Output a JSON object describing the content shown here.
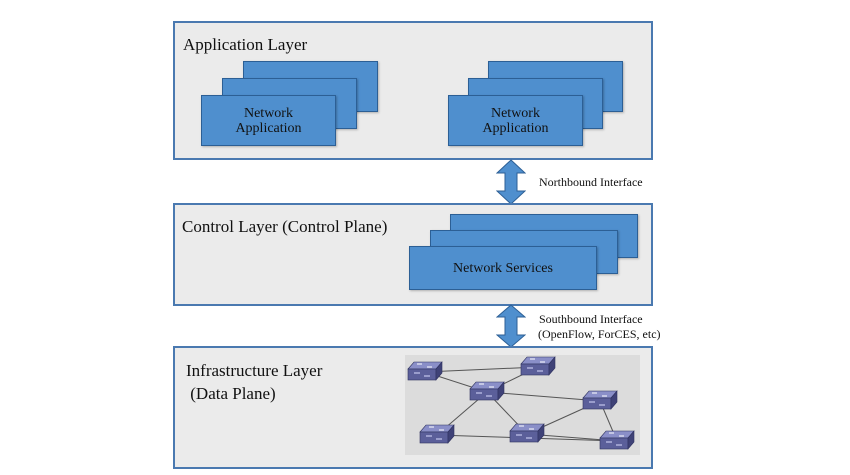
{
  "application_layer": {
    "title": "Application Layer",
    "apps": [
      {
        "label": "Network\nApplication"
      },
      {
        "label": "Network\nApplication"
      }
    ]
  },
  "northbound": {
    "label": "Northbound Interface"
  },
  "control_layer": {
    "title": "Control Layer (Control Plane)",
    "services_label": "Network Services"
  },
  "southbound": {
    "label_line1": "Southbound Interface",
    "label_line2": " (OpenFlow, ForCES, etc)"
  },
  "infrastructure_layer": {
    "title_line1": "Infrastructure Layer",
    "title_line2": " (Data Plane)"
  },
  "colors": {
    "layer_border": "#4a79b0",
    "layer_fill": "#ebebeb",
    "card_fill": "#4f8fce",
    "arrow_fill": "#4f8fce",
    "switch_fill": "#5b5f9a"
  },
  "network": {
    "nodes": [
      "switch-1",
      "switch-2",
      "switch-3",
      "switch-4",
      "switch-5",
      "switch-6",
      "switch-7"
    ],
    "links": [
      [
        0,
        2
      ],
      [
        0,
        1
      ],
      [
        1,
        2
      ],
      [
        2,
        3
      ],
      [
        2,
        4
      ],
      [
        2,
        5
      ],
      [
        3,
        4
      ],
      [
        4,
        6
      ],
      [
        3,
        6
      ],
      [
        5,
        6
      ]
    ]
  }
}
